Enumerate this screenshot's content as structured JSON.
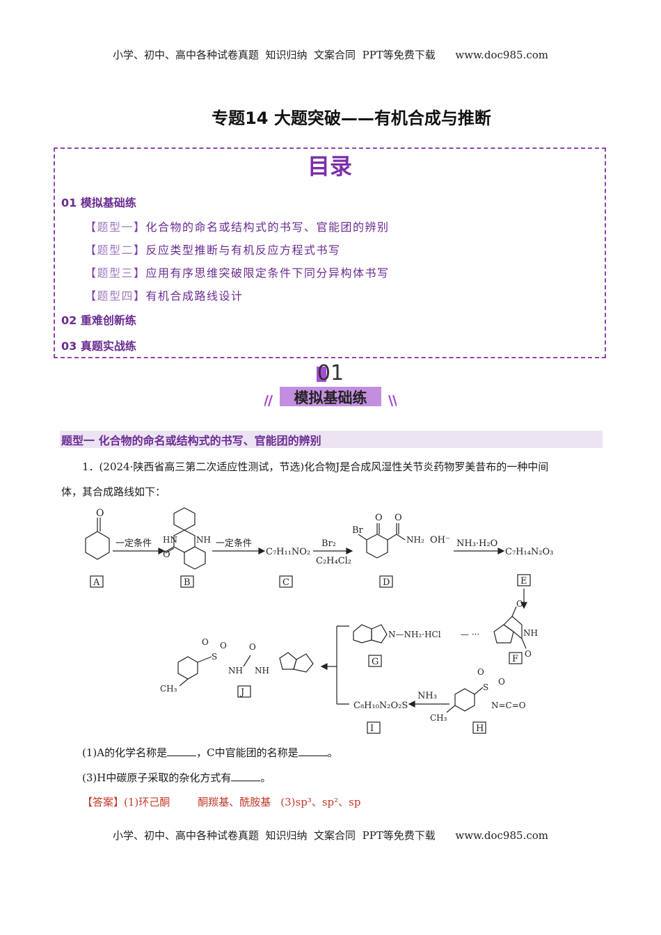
{
  "header": {
    "text": "小学、初中、高中各种试卷真题  知识归纳  文案合同  PPT等免费下载      www.doc985.com"
  },
  "footer": {
    "text": "小学、初中、高中各种试卷真题  知识归纳  文案合同  PPT等免费下载      www.doc985.com"
  },
  "title": "专题14 大题突破——有机合成与推断",
  "toc": {
    "heading": "目录",
    "sections": [
      {
        "label": "01 模拟基础练"
      },
      {
        "label": "02 重难创新练"
      },
      {
        "label": "03 真题实战练"
      }
    ],
    "items": [
      {
        "tag": "题型一",
        "text": "化合物的命名或结构式的书写、官能团的辨别"
      },
      {
        "tag": "题型二",
        "text": "反应类型推断与有机反应方程式书写"
      },
      {
        "tag": "题型三",
        "text": "应用有序思维突破限定条件下同分异构体书写"
      },
      {
        "tag": "题型四",
        "text": "有机合成路线设计"
      }
    ]
  },
  "banner": {
    "number": "01",
    "label": "模拟基础练"
  },
  "question_type": {
    "title": "题型一  化合物的命名或结构式的书写、官能团的辨别"
  },
  "question": {
    "intro": "1．(2024·陕西省高三第二次适应性测试，节选)化合物J是合成风湿性关节炎药物罗美昔布的一种中间",
    "intro2": "体，其合成路线如下：",
    "q1a": "(1)A的化学名称是",
    "q1b": "，C中官能团的名称是",
    "q1c": "。",
    "q3a": "(3)H中碳原子采取的杂化方式有",
    "q3b": "。",
    "answer_label": "【答案】",
    "answer_1": "(1)环己酮",
    "answer_2": "酮羰基、酰胺基",
    "answer_3": "(3)sp³、sp²、sp"
  },
  "scheme": {
    "labels": [
      "A",
      "B",
      "C",
      "D",
      "E",
      "F",
      "G",
      "H",
      "I",
      "J"
    ],
    "cond_1": "一定条件",
    "cond_2": "一定条件",
    "formula_C": "C₇H₁₁NO₂",
    "reagent_Br2": "Br₂",
    "solvent": "C₂H₄Cl₂",
    "formula_E": "C₇H₁₄N₂O₃",
    "reagent_OH": "OH⁻",
    "reagent_NH3H2O": "NH₃·H₂O",
    "formula_I": "C₈H₁₀N₂O₂S",
    "reagent_NH3": "NH₃",
    "G_group": "N—NH₂·HCl",
    "dots": "— ···",
    "H_group": "N=C=O",
    "D_group": "NH₂",
    "J_nh1": "NH",
    "J_nh2": "NH"
  }
}
